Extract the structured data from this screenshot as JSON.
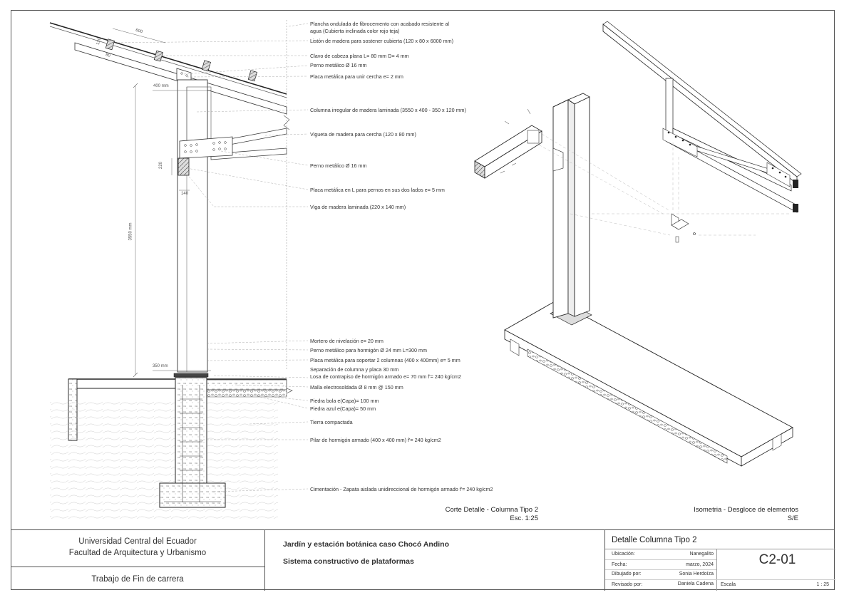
{
  "notes": [
    "Plancha ondulada de fibrocemento con acabado resistente al",
    "agua (Cubierta inclinada color rojo teja)",
    "Listón de madera para sostener cubierta (120 x 80 x 6000 mm)",
    "Clavo de cabeza plana  L= 80 mm D= 4 mm",
    "Perno metálico  Ø 16 mm",
    "Placa metálica para unir cercha  e= 2 mm",
    "Columna irregular de madera laminada (3550 x 400 - 350 x 120  mm)",
    "Vigueta de madera para cercha (120 x 80 mm)",
    "Perno metálico  Ø 16 mm",
    "Placa metálica en L para pernos en sus dos lados  e= 5 mm",
    "Viga de madera laminada (220 x 140 mm)",
    "Mortero de nivelación e= 20 mm",
    "Perno metálico para hormigón  Ø 24 mm L=300 mm",
    "Placa metálica para soportar 2 columnas (400 x 400mm)  e= 5 mm",
    "Separación de columna y placa 30 mm",
    "Losa de contrapiso de hormigón armado e= 70 mm  f'= 240 kg/cm2",
    "Malla electrosoldada  Ø 8 mm @ 150 mm",
    "Piedra bola  e(Capa)= 100 mm",
    "Piedra azul  e(Capa)= 50 mm",
    "Tierra compactada",
    "Pilar de hormigón armado (400 x 400 mm)  f'= 240 kg/cm2",
    "Cimentación - Zapata aislada unidireccional de hormigón armado  f'= 240 kg/cm2"
  ],
  "dims": {
    "d600": "600",
    "d120": "120",
    "d80": "80",
    "d400": "400 mm",
    "d220": "220",
    "d140": "140",
    "d3550": "3550 mm",
    "d350": "350 mm"
  },
  "captions": {
    "section_title": "Corte Detalle - Columna Tipo 2",
    "section_scale": "Esc. 1:25",
    "iso_title": "Isometria - Desgloce de elementos",
    "iso_scale": "S/E"
  },
  "titleblock": {
    "university": "Universidad Central del Ecuador",
    "faculty": "Facultad de Arquitectura y Urbanismo",
    "work": "Trabajo de Fin de carrera",
    "project": "Jardín y estación botánica caso Chocó Andino",
    "system": "Sistema constructivo de plataformas",
    "sheet_title": "Detalle Columna Tipo 2",
    "loc_label": "Ubicación:",
    "loc_value": "Nanegalito",
    "date_label": "Fecha:",
    "date_value": "marzo, 2024",
    "drawn_label": "Dibujado por:",
    "drawn_value": "Sonia Herdoíza",
    "rev_label": "Revisado por:",
    "rev_value": "Daniela Cadena",
    "scale_label": "Escala",
    "scale_value": "1 : 25",
    "code": "C2-01"
  }
}
